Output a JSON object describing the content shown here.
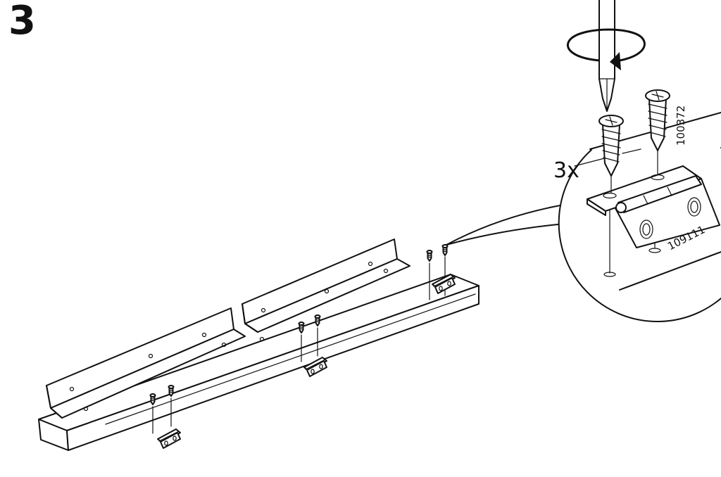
{
  "instruction": {
    "step_number": "3",
    "count_label": "3x",
    "parts": {
      "screw_part_number": "100372",
      "hinge_part_number": "109111"
    }
  }
}
